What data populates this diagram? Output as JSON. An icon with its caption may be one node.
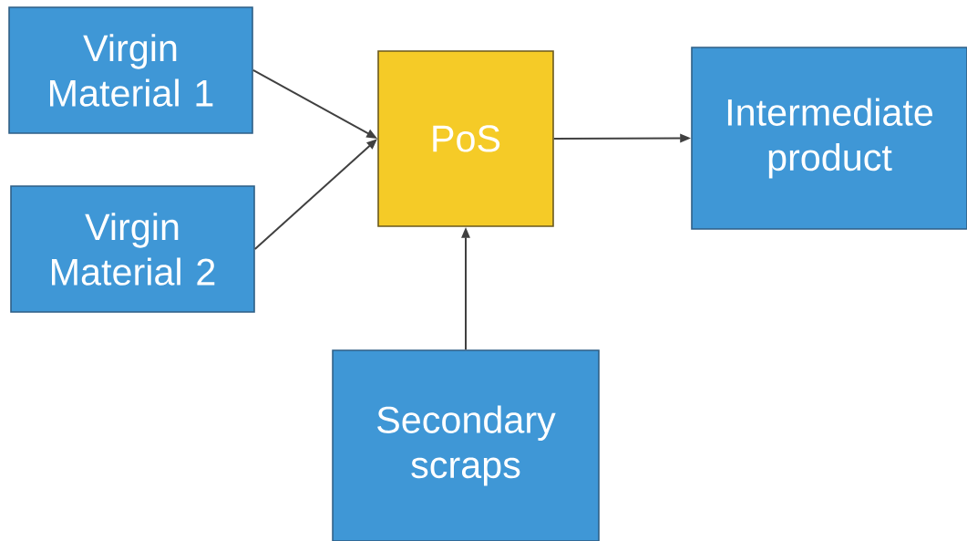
{
  "diagram": {
    "nodes": [
      {
        "text": [
          "Virgin Material 1"
        ]
      },
      {
        "text": [
          "Virgin Material 2"
        ]
      },
      {
        "text": [
          "PoS"
        ]
      },
      {
        "text": [
          "Intermediate product"
        ]
      },
      {
        "text": [
          "Secondary scraps"
        ]
      }
    ],
    "edges": [
      {
        "from": 0,
        "to": 2,
        "arrow": "to"
      },
      {
        "from": 1,
        "to": 2,
        "arrow": "to"
      },
      {
        "from": 2,
        "to": 3,
        "arrow": "to"
      },
      {
        "from": 4,
        "to": 2,
        "arrow": "to"
      }
    ]
  }
}
